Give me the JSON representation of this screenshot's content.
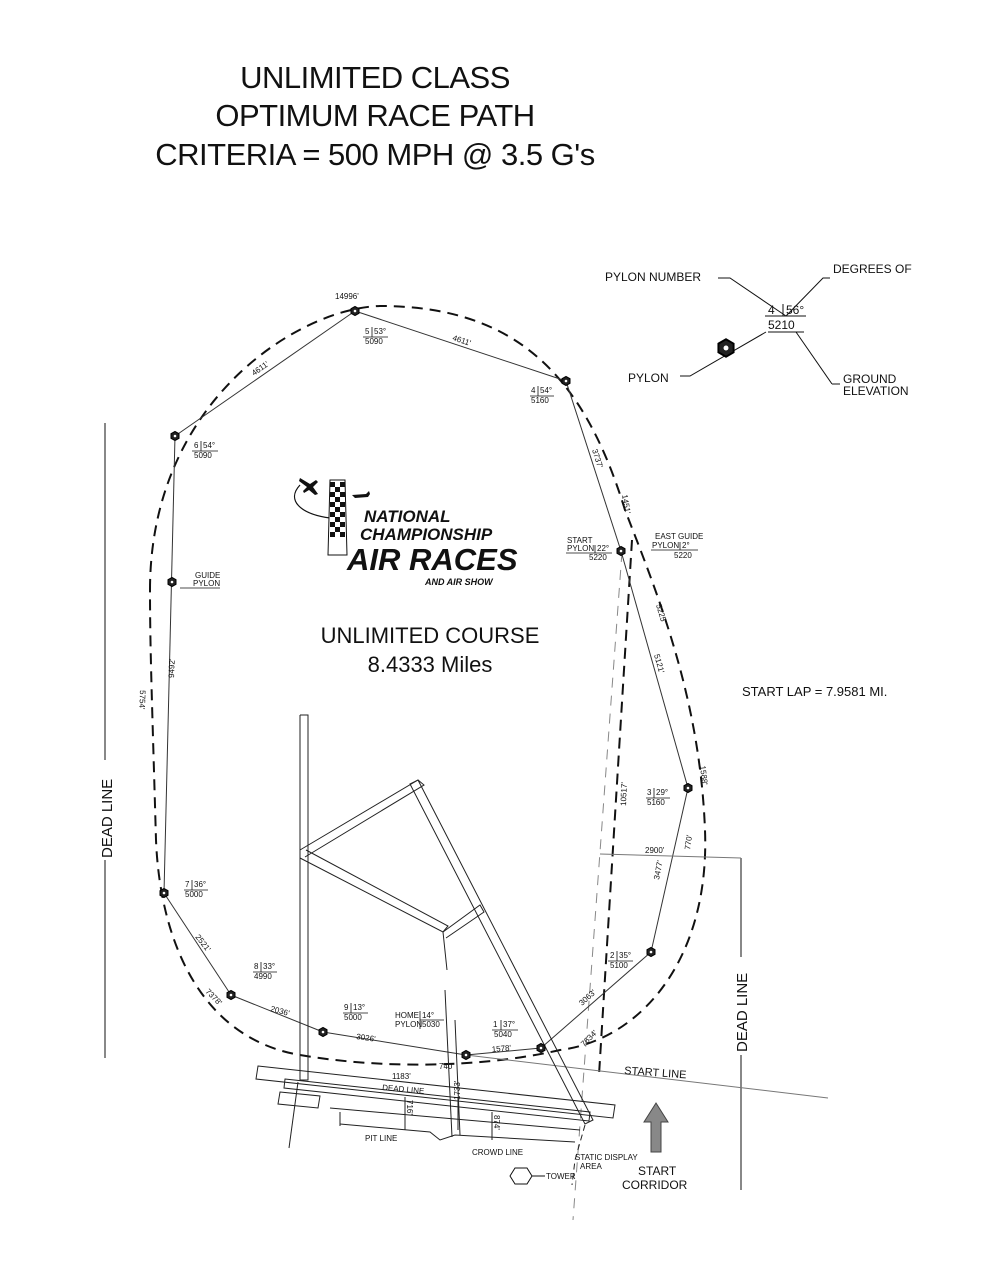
{
  "title": {
    "line1": "UNLIMITED CLASS",
    "line2": "OPTIMUM RACE PATH",
    "line3": "CRITERIA = 500 MPH @ 3.5 G's"
  },
  "legend": {
    "pylon_number": "PYLON NUMBER",
    "degrees_of": "DEGREES OF",
    "pylon": "PYLON",
    "ground": "GROUND",
    "elevation": "ELEVATION",
    "sample_number": "4",
    "sample_degrees": "56°",
    "sample_elevation": "5210"
  },
  "logo": {
    "line1": "NATIONAL",
    "line2": "CHAMPIONSHIP",
    "line3": "AIR RACES",
    "line4": "AND AIR SHOW"
  },
  "course": {
    "name": "UNLIMITED COURSE",
    "length": "8.4333 Miles",
    "start_lap": "START LAP = 7.9581 MI."
  },
  "dead_line": "DEAD LINE",
  "pylons": [
    {
      "num": "1",
      "deg": "37°",
      "elev": "5040"
    },
    {
      "num": "2",
      "deg": "35°",
      "elev": "5100"
    },
    {
      "num": "3",
      "deg": "29°",
      "elev": "5160"
    },
    {
      "num": "4",
      "deg": "54°",
      "elev": "5160"
    },
    {
      "num": "5",
      "deg": "53°",
      "elev": "5090"
    },
    {
      "num": "6",
      "deg": "54°",
      "elev": "5090"
    },
    {
      "num": "7",
      "deg": "36°",
      "elev": "5000"
    },
    {
      "num": "8",
      "deg": "33°",
      "elev": "4990"
    },
    {
      "num": "9",
      "deg": "13°",
      "elev": "5000"
    }
  ],
  "home_pylon": {
    "label": "HOME",
    "label2": "PYLON",
    "deg": "14°",
    "elev": "5030"
  },
  "start_pylon": {
    "label": "START",
    "label2": "PYLON",
    "deg": "22°",
    "elev": "5220"
  },
  "east_guide": {
    "label": "EAST GUIDE",
    "label2": "PYLON",
    "deg": "2°",
    "elev": "5220"
  },
  "guide_pylon": {
    "label": "GUIDE",
    "label2": "PYLON"
  },
  "distances": {
    "d14996": "14996'",
    "d4611a": "4611'",
    "d4611b": "4611'",
    "d3737": "3737'",
    "d1451": "1451'",
    "d5225": "5225'",
    "d5121": "5121'",
    "d1588": "1588'",
    "d770": "770'",
    "d3477": "3477'",
    "d2900": "2900'",
    "d10517": "10517'",
    "d3063": "3063'",
    "d7634": "7634'",
    "d1578": "1578'",
    "d740": "740'",
    "d3026": "3026'",
    "d2036": "2036'",
    "d7378": "7378'",
    "d2521": "2521'",
    "d9492": "9492'",
    "d5754": "5754'",
    "d1183": "1183'",
    "d716": "716'",
    "d1733": "1733'",
    "d874": "874'"
  },
  "labels": {
    "start_line": "START LINE",
    "dead_line_small": "DEAD LINE",
    "pit_line": "PIT LINE",
    "crowd_line": "CROWD LINE",
    "static_display": "STATIC DISPLAY",
    "area": "AREA",
    "tower": "TOWER",
    "start": "START",
    "corridor": "CORRIDOR"
  }
}
